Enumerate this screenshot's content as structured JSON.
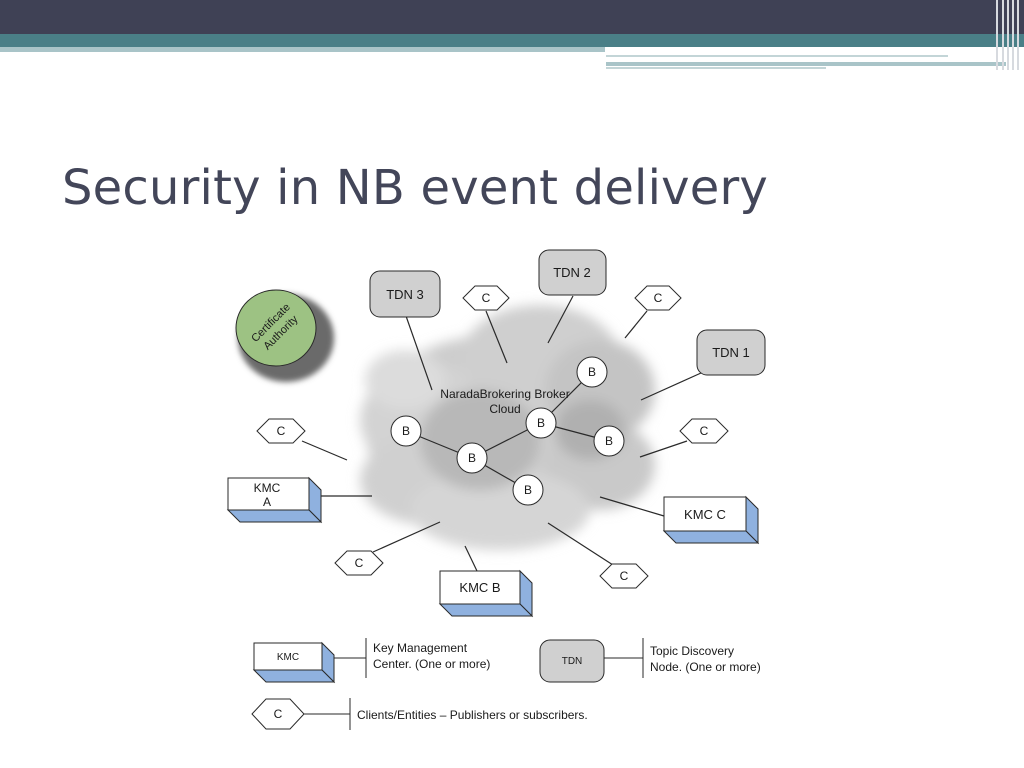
{
  "slide": {
    "title": "Security in NB event delivery",
    "colors": {
      "top_bar": "#3f4155",
      "accent_teal": "#4a7f87",
      "title_text": "#434659",
      "box_shadow_blue": "#8fb1df",
      "ca_green": "#9dc283"
    }
  },
  "diagram": {
    "cloud_label_1": "NaradaBrokering Broker",
    "cloud_label_2": "Cloud",
    "certificate_authority_1": "Certificate",
    "certificate_authority_2": "Authority",
    "tdn1": "TDN 1",
    "tdn2": "TDN 2",
    "tdn3": "TDN 3",
    "kmc_a_1": "KMC",
    "kmc_a_2": "A",
    "kmc_b": "KMC B",
    "kmc_c": "KMC C",
    "broker_label": "B",
    "client_label": "C"
  },
  "legend": {
    "kmc_box": "KMC",
    "kmc_desc_1": "Key Management",
    "kmc_desc_2": "Center. (One or more)",
    "tdn_box": "TDN",
    "tdn_desc_1": "Topic Discovery",
    "tdn_desc_2": "Node. (One or more)",
    "client_box": "C",
    "client_desc": "Clients/Entities – Publishers or subscribers."
  }
}
